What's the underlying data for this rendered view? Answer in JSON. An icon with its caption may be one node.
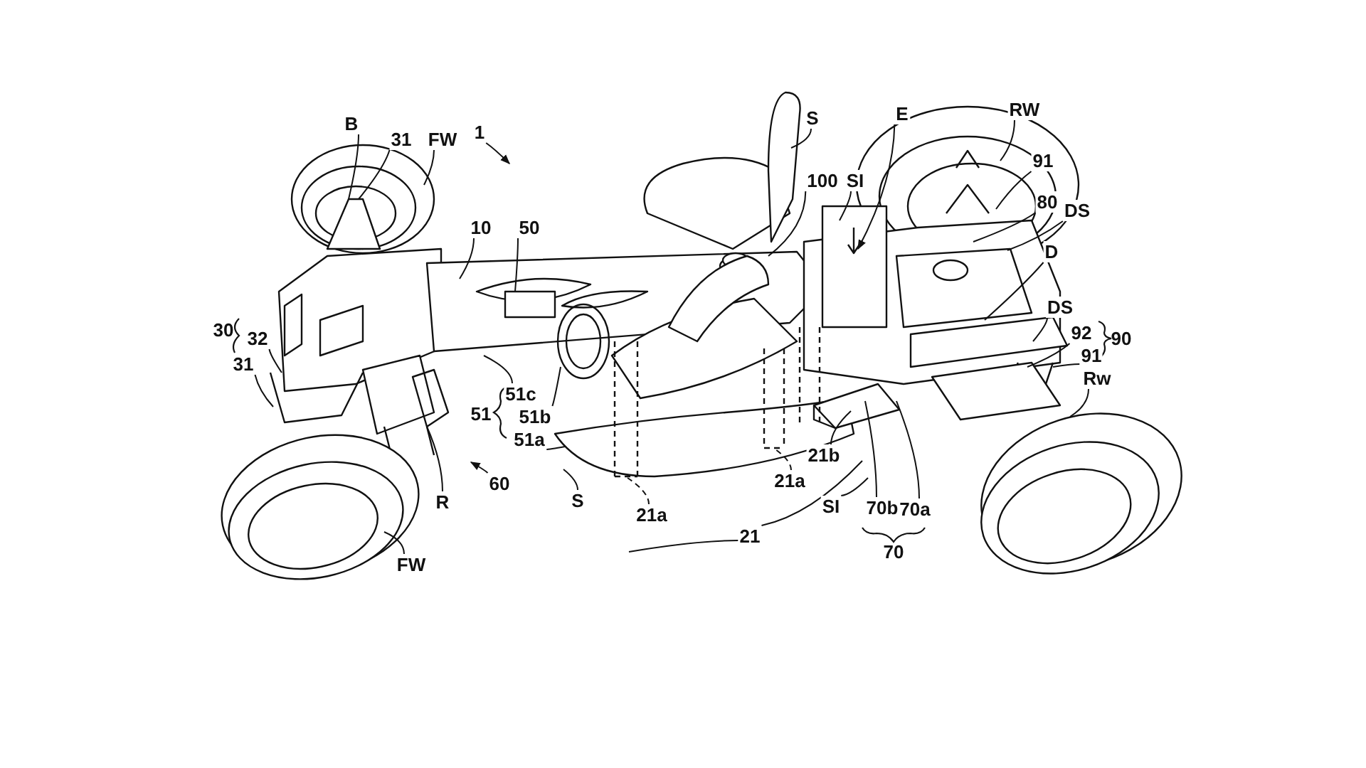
{
  "diagram": {
    "nodes": [
      {
        "text": [
          "1"
        ]
      },
      {
        "text": [
          "B"
        ]
      },
      {
        "text": [
          "31"
        ]
      },
      {
        "text": [
          "FW"
        ]
      },
      {
        "text": [
          "10"
        ]
      },
      {
        "text": [
          "50"
        ]
      },
      {
        "text": [
          "32"
        ]
      },
      {
        "text": [
          "31"
        ]
      },
      {
        "text": [
          "51c"
        ]
      },
      {
        "text": [
          "51b"
        ]
      },
      {
        "text": [
          "51a"
        ]
      },
      {
        "text": [
          "R"
        ]
      },
      {
        "text": [
          "60"
        ]
      },
      {
        "text": [
          "S"
        ]
      },
      {
        "text": [
          "FW"
        ]
      },
      {
        "text": [
          "S"
        ]
      },
      {
        "text": [
          "100"
        ]
      },
      {
        "text": [
          "SI"
        ]
      },
      {
        "text": [
          "E"
        ]
      },
      {
        "text": [
          "RW"
        ]
      },
      {
        "text": [
          "91"
        ]
      },
      {
        "text": [
          "80"
        ]
      },
      {
        "text": [
          "DS"
        ]
      },
      {
        "text": [
          "D"
        ]
      },
      {
        "text": [
          "DS"
        ]
      },
      {
        "text": [
          "92"
        ]
      },
      {
        "text": [
          "91"
        ]
      },
      {
        "text": [
          "Rw"
        ]
      },
      {
        "text": [
          "21a"
        ]
      },
      {
        "text": [
          "21a"
        ]
      },
      {
        "text": [
          "21b"
        ]
      },
      {
        "text": [
          "SI"
        ]
      },
      {
        "text": [
          "70b"
        ]
      },
      {
        "text": [
          "70a"
        ]
      },
      {
        "text": [
          "21"
        ]
      }
    ],
    "edges": [
      {
        "from": 0,
        "to": null,
        "arrow": "to"
      },
      {
        "from": 1,
        "to": null,
        "arrow": "none"
      },
      {
        "from": 2,
        "to": null,
        "arrow": "none"
      },
      {
        "from": 3,
        "to": null,
        "arrow": "none"
      },
      {
        "from": 4,
        "to": null,
        "arrow": "none"
      },
      {
        "from": 5,
        "to": null,
        "arrow": "none"
      },
      {
        "from": 6,
        "to": null,
        "arrow": "none"
      },
      {
        "from": 7,
        "to": null,
        "arrow": "none"
      },
      {
        "from": 8,
        "to": null,
        "arrow": "none"
      },
      {
        "from": 9,
        "to": null,
        "arrow": "none"
      },
      {
        "from": 10,
        "to": null,
        "arrow": "none"
      },
      {
        "from": 11,
        "to": null,
        "arrow": "none"
      },
      {
        "from": 12,
        "to": null,
        "arrow": "to"
      },
      {
        "from": 13,
        "to": null,
        "arrow": "none"
      },
      {
        "from": 14,
        "to": null,
        "arrow": "none"
      },
      {
        "from": 15,
        "to": null,
        "arrow": "none"
      },
      {
        "from": 16,
        "to": null,
        "arrow": "none"
      },
      {
        "from": 17,
        "to": null,
        "arrow": "none"
      },
      {
        "from": 18,
        "to": null,
        "arrow": "to"
      },
      {
        "from": 19,
        "to": null,
        "arrow": "none"
      },
      {
        "from": 20,
        "to": null,
        "arrow": "none"
      },
      {
        "from": 21,
        "to": null,
        "arrow": "none"
      },
      {
        "from": 22,
        "to": null,
        "arrow": "none"
      },
      {
        "from": 23,
        "to": null,
        "arrow": "none"
      },
      {
        "from": 24,
        "to": null,
        "arrow": "none"
      },
      {
        "from": 25,
        "to": null,
        "arrow": "none"
      },
      {
        "from": 26,
        "to": null,
        "arrow": "none"
      },
      {
        "from": 27,
        "to": null,
        "arrow": "none"
      },
      {
        "from": 28,
        "to": null,
        "arrow": "none",
        "style": "dashed"
      },
      {
        "from": 29,
        "to": null,
        "arrow": "none",
        "style": "dashed"
      },
      {
        "from": 30,
        "to": null,
        "arrow": "none"
      },
      {
        "from": 31,
        "to": null,
        "arrow": "none"
      },
      {
        "from": 32,
        "to": null,
        "arrow": "none"
      },
      {
        "from": 33,
        "to": null,
        "arrow": "none"
      },
      {
        "from": 34,
        "to": null,
        "arrow": "none"
      },
      {
        "from": 34,
        "to": null,
        "arrow": "none"
      }
    ],
    "labels": [
      "30",
      "51",
      "90",
      "70"
    ]
  }
}
